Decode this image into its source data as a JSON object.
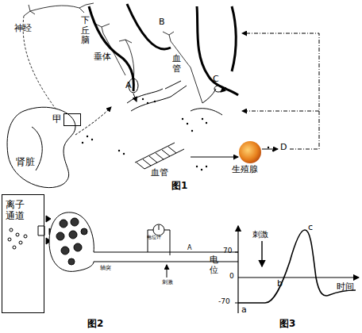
{
  "diagram": {
    "nodes": [
      {
        "text": [
          "离子通道"
        ]
      },
      {
        "text": [
          "甲"
        ]
      }
    ],
    "labels": [
      "神经",
      "下丘脑",
      "B",
      "垂体",
      "A",
      "血管",
      "C",
      "血管",
      "肾脏",
      "生殖腺",
      "D",
      "图1",
      "电位计",
      "A",
      "轴突",
      "刺激",
      "图2",
      "刺激",
      "70",
      "0",
      "-70",
      "电位",
      "c",
      "b",
      "a",
      "时间",
      "图3"
    ]
  }
}
